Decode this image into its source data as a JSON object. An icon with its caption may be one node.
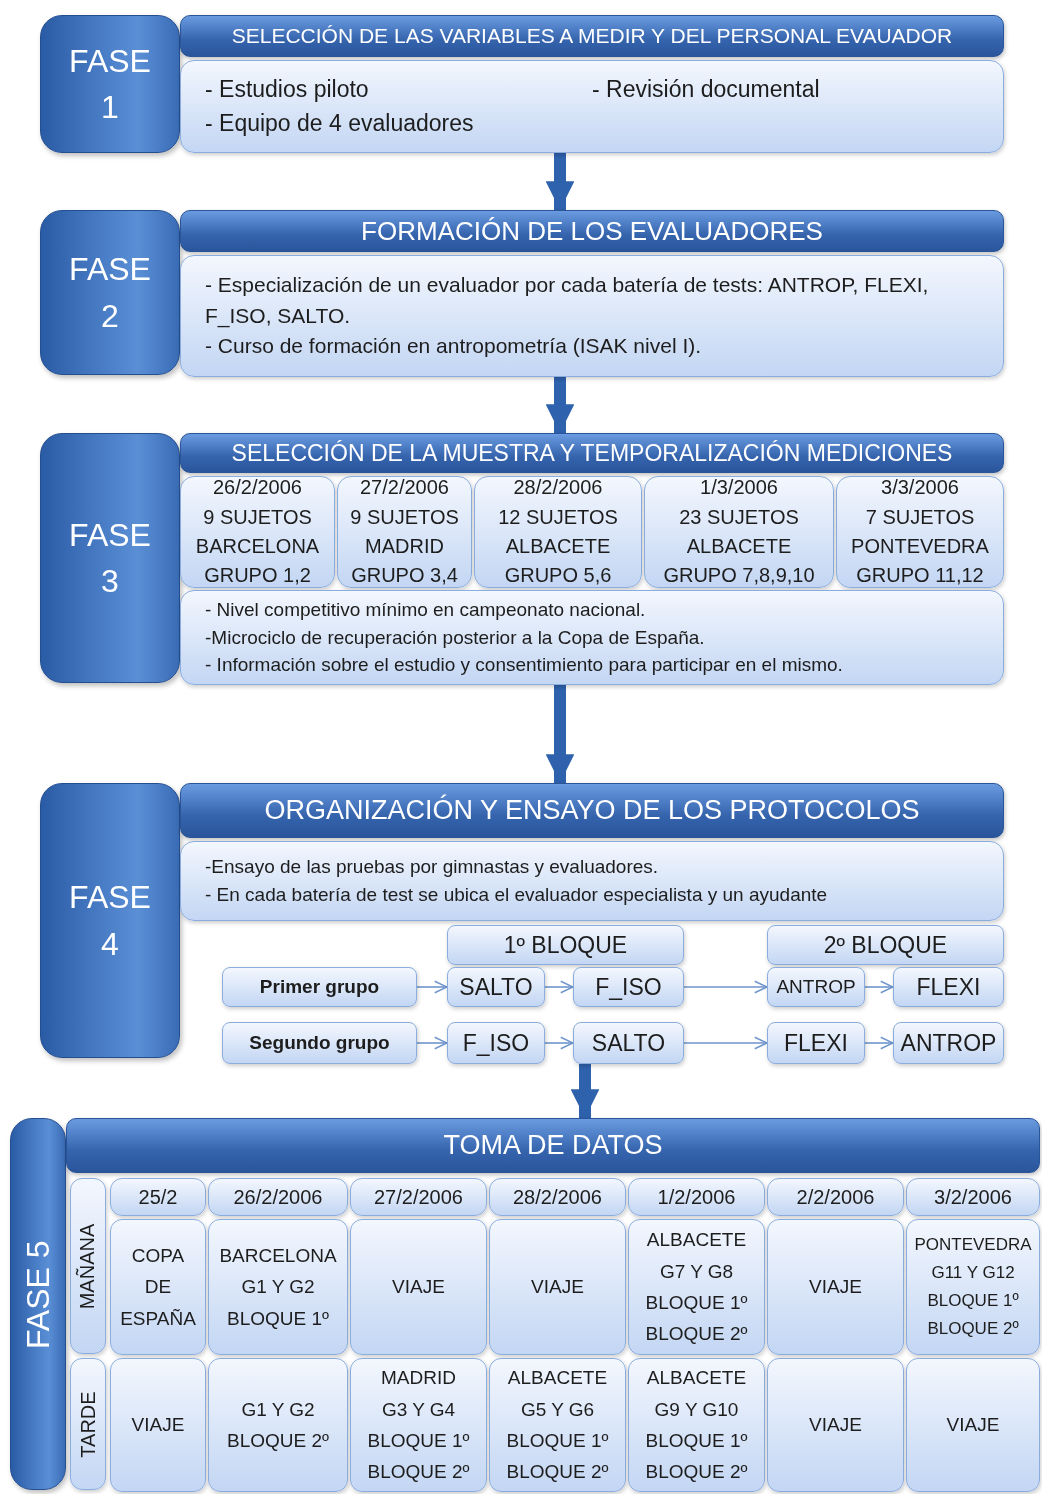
{
  "diagram": {
    "nodes": [
      {
        "text": [
          "FASE 1"
        ]
      },
      {
        "text": [
          "SELECCIÓN DE LAS VARIABLES A MEDIR Y DEL PERSONAL EVAUADOR"
        ]
      },
      {
        "text": [
          "- Estudios piloto",
          "- Revisión documental",
          "- Equipo de 4 evaluadores"
        ]
      },
      {
        "text": [
          "FASE 2"
        ]
      },
      {
        "text": [
          "FORMACIÓN DE LOS EVALUADORES"
        ]
      },
      {
        "text": [
          "- Especialización de un evaluador por cada batería de tests: ANTROP, FLEXI, F_ISO, SALTO.",
          "- Curso de formación en antropometría (ISAK nivel I)."
        ]
      },
      {
        "text": [
          "FASE 3"
        ]
      },
      {
        "text": [
          "SELECCIÓN DE LA MUESTRA Y TEMPORALIZACIÓN MEDICIONES"
        ]
      },
      {
        "text": [
          "26/2/2006",
          "9 SUJETOS",
          "BARCELONA",
          "GRUPO 1,2"
        ]
      },
      {
        "text": [
          "27/2/2006",
          "9 SUJETOS",
          "MADRID",
          "GRUPO 3,4"
        ]
      },
      {
        "text": [
          "28/2/2006",
          "12 SUJETOS",
          "ALBACETE",
          "GRUPO 5,6"
        ]
      },
      {
        "text": [
          "1/3/2006",
          "23 SUJETOS",
          "ALBACETE",
          "GRUPO 7,8,9,10"
        ]
      },
      {
        "text": [
          "3/3/2006",
          "7 SUJETOS",
          "PONTEVEDRA",
          "GRUPO 11,12"
        ]
      },
      {
        "text": [
          "- Nivel competitivo mínimo en campeonato nacional.",
          "-Microciclo de recuperación posterior a la Copa de España.",
          "- Información sobre el estudio y consentimiento para participar en el mismo."
        ]
      },
      {
        "text": [
          "FASE 4"
        ]
      },
      {
        "text": [
          "ORGANIZACIÓN Y ENSAYO DE LOS PROTOCOLOS"
        ]
      },
      {
        "text": [
          "-Ensayo de las pruebas por gimnastas y evaluadores.",
          "- En cada batería de test se ubica el evaluador especialista y un ayudante"
        ]
      },
      {
        "text": [
          "1º BLOQUE"
        ]
      },
      {
        "text": [
          "2º BLOQUE"
        ]
      },
      {
        "text": [
          "Primer grupo"
        ]
      },
      {
        "text": [
          "SALTO"
        ]
      },
      {
        "text": [
          "F_ISO"
        ]
      },
      {
        "text": [
          "ANTROP"
        ]
      },
      {
        "text": [
          "FLEXI"
        ]
      },
      {
        "text": [
          "Segundo grupo"
        ]
      },
      {
        "text": [
          "F_ISO"
        ]
      },
      {
        "text": [
          "SALTO"
        ]
      },
      {
        "text": [
          "FLEXI"
        ]
      },
      {
        "text": [
          "ANTROP"
        ]
      },
      {
        "text": [
          "FASE 5"
        ]
      },
      {
        "text": [
          "TOMA DE DATOS"
        ]
      },
      {
        "text": [
          "MAÑANA"
        ]
      },
      {
        "text": [
          "TARDE"
        ]
      },
      {
        "text": [
          "25/2"
        ]
      },
      {
        "text": [
          "26/2/2006"
        ]
      },
      {
        "text": [
          "27/2/2006"
        ]
      },
      {
        "text": [
          "28/2/2006"
        ]
      },
      {
        "text": [
          "1/2/2006"
        ]
      },
      {
        "text": [
          "2/2/2006"
        ]
      },
      {
        "text": [
          "3/2/2006"
        ]
      },
      {
        "text": [
          "COPA",
          "DE",
          "ESPAÑA"
        ]
      },
      {
        "text": [
          "BARCELONA",
          "G1 Y G2",
          "BLOQUE 1º"
        ]
      },
      {
        "text": [
          "VIAJE"
        ]
      },
      {
        "text": [
          "VIAJE"
        ]
      },
      {
        "text": [
          "ALBACETE",
          "G7 Y G8",
          "BLOQUE 1º",
          "BLOQUE 2º"
        ]
      },
      {
        "text": [
          "VIAJE"
        ]
      },
      {
        "text": [
          "PONTEVEDRA",
          "G11 Y G12",
          "BLOQUE 1º",
          "BLOQUE 2º"
        ]
      },
      {
        "text": [
          "VIAJE"
        ]
      },
      {
        "text": [
          "G1 Y G2",
          "BLOQUE 2º"
        ]
      },
      {
        "text": [
          "MADRID",
          "G3 Y G4",
          "BLOQUE 1º",
          "BLOQUE 2º"
        ]
      },
      {
        "text": [
          "ALBACETE",
          "G5 Y G6",
          "BLOQUE 1º",
          "BLOQUE 2º"
        ]
      },
      {
        "text": [
          "ALBACETE",
          "G9 Y G10",
          "BLOQUE 1º",
          "BLOQUE 2º"
        ]
      },
      {
        "text": [
          "VIAJE"
        ]
      },
      {
        "text": [
          "VIAJE"
        ]
      }
    ],
    "edges": [
      {
        "from": 2,
        "to": 4,
        "arrow": "to",
        "style": "thick",
        "color": "#2f62ad"
      },
      {
        "from": 5,
        "to": 7,
        "arrow": "to",
        "style": "thick",
        "color": "#2f62ad"
      },
      {
        "from": 13,
        "to": 15,
        "arrow": "to",
        "style": "thick",
        "color": "#2f62ad"
      },
      {
        "from": 26,
        "to": 30,
        "arrow": "to",
        "style": "thick",
        "color": "#2f62ad"
      },
      {
        "from": 19,
        "to": 20,
        "arrow": "to"
      },
      {
        "from": 20,
        "to": 21,
        "arrow": "to"
      },
      {
        "from": 21,
        "to": 22,
        "arrow": "to"
      },
      {
        "from": 22,
        "to": 23,
        "arrow": "to"
      },
      {
        "from": 24,
        "to": 25,
        "arrow": "to"
      },
      {
        "from": 25,
        "to": 26,
        "arrow": "to"
      },
      {
        "from": 26,
        "to": 27,
        "arrow": "to"
      },
      {
        "from": 27,
        "to": 28,
        "arrow": "to"
      }
    ]
  }
}
